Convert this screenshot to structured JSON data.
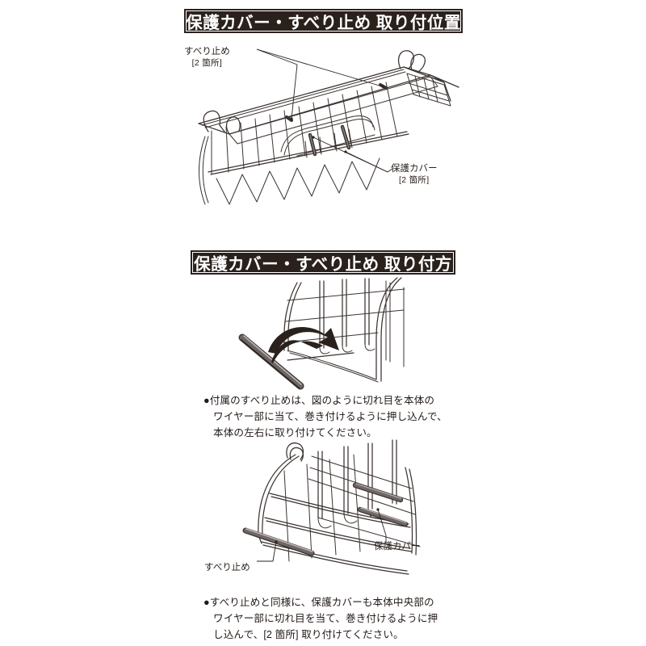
{
  "document": {
    "type": "instruction-sheet",
    "language": "ja",
    "background_color": "#ffffff",
    "ink_color": "#2a211d"
  },
  "sections": [
    {
      "id": "installation-position",
      "banner": {
        "title": "保護カバー・すべり止め 取り付位置",
        "background_color": "#2a211d",
        "text_color": "#ffffff"
      },
      "figure": {
        "name": "wire-basket-overview",
        "description": "ワイヤーバスケット全体図（斜め上から）"
      },
      "callouts": [
        {
          "name": "slip-stop",
          "label": "すべり止め",
          "count_note": "[2 箇所]"
        },
        {
          "name": "protective-cover",
          "label": "保護カバー",
          "count_note": "[2 箇所]"
        }
      ]
    },
    {
      "id": "installation-method",
      "banner": {
        "title": "保護カバー・すべり止め 取り付方",
        "background_color": "#2a211d",
        "text_color": "#ffffff"
      },
      "steps": [
        {
          "figure": {
            "name": "slip-stop-attach-detail",
            "description": "すべり止めをワイヤー部に押し込む図",
            "arrow": "curved-arrow-icon",
            "part": "rubber-tube"
          },
          "text_lines": [
            "●付属のすべり止めは、図のように切れ目を本体の",
            "ワイヤー部に当て、巻き付けるように押し込んで、",
            "本体の左右に取り付けてください。"
          ]
        },
        {
          "figure": {
            "name": "protective-cover-attach-detail",
            "description": "本体中央部に保護カバーを取り付けた図"
          },
          "callouts": [
            {
              "name": "slip-stop",
              "label": "すべり止め"
            },
            {
              "name": "protective-cover",
              "label": "保護カバー"
            }
          ],
          "text_lines": [
            "●すべり止めと同様に、保護カバーも本体中央部の",
            "ワイヤー部に切れ目を当て、巻き付けるように押",
            "し込んで、[2 箇所] 取り付けてください。"
          ]
        }
      ]
    }
  ]
}
